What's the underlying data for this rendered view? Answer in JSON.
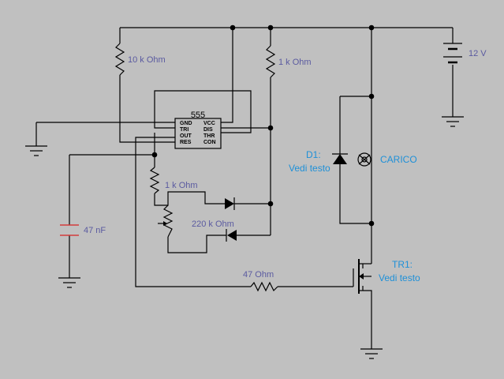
{
  "components": {
    "r_top": "10 k Ohm",
    "r_mid": "1 k Ohm",
    "r_low": "1 k Ohm",
    "pot": "220 k Ohm",
    "cap": "47 nF",
    "r_gate": "47  Ohm",
    "battery": "12 V",
    "d1_name": "D1:",
    "d1_value": "Vedi testo",
    "load": "CARICO",
    "tr1_name": "TR1:",
    "tr1_value": "Vedi testo"
  },
  "chip": {
    "title": "555",
    "pins_left": [
      "GND",
      "TRI",
      "OUT",
      "RES"
    ],
    "pins_right": [
      "VCC",
      "DIS",
      "THR",
      "CON"
    ]
  }
}
